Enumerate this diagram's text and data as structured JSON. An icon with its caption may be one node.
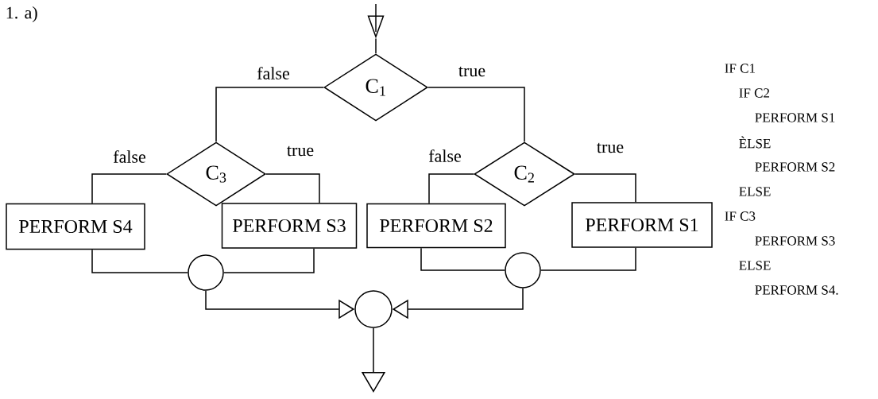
{
  "diagram": {
    "nodes": [
      {
        "text": [
          "C$_{1}$"
        ]
      },
      {
        "text": [
          "C$_{3}$"
        ]
      },
      {
        "text": [
          "C$_{2}$"
        ]
      },
      {
        "text": [
          "PERFORM S4"
        ]
      },
      {
        "text": [
          "PERFORM S3"
        ]
      },
      {
        "text": [
          "PERFORM S2"
        ]
      },
      {
        "text": [
          "PERFORM S1"
        ]
      },
      {
        "text": [],
        "shape": "circle"
      },
      {
        "text": [],
        "shape": "circle"
      },
      {
        "text": [],
        "shape": "circle"
      },
      {
        "text": [],
        "shape": "triangle"
      }
    ],
    "edges": [
      {
        "from": 10,
        "to": 0,
        "arrow": "none"
      },
      {
        "from": 0,
        "to": 1,
        "arrow": "none",
        "label": "false"
      },
      {
        "from": 0,
        "to": 2,
        "arrow": "none",
        "label": "true"
      },
      {
        "from": 1,
        "to": 3,
        "arrow": "none",
        "label": "false"
      },
      {
        "from": 1,
        "to": 4,
        "arrow": "none",
        "label": "true"
      },
      {
        "from": 2,
        "to": 5,
        "arrow": "none",
        "label": "false"
      },
      {
        "from": 2,
        "to": 6,
        "arrow": "none",
        "label": "true"
      },
      {
        "from": 3,
        "to": 7,
        "arrow": "none"
      },
      {
        "from": 4,
        "to": 7,
        "arrow": "none"
      },
      {
        "from": 5,
        "to": 8,
        "arrow": "none"
      },
      {
        "from": 6,
        "to": 8,
        "arrow": "none"
      },
      {
        "from": 7,
        "to": 9,
        "arrow": "to"
      },
      {
        "from": 8,
        "to": 9,
        "arrow": "to"
      },
      {
        "from": 9,
        "to": null,
        "arrow": "to"
      }
    ],
    "labels": [
      "1. a)",
      "IF C1",
      "IF C2",
      "PERFORM S1",
      "ÈLSE",
      "PERFORM S2",
      "ELSE",
      "IF C3",
      "PERFORM S3",
      "ELSE",
      "PERFORM S4."
    ]
  }
}
